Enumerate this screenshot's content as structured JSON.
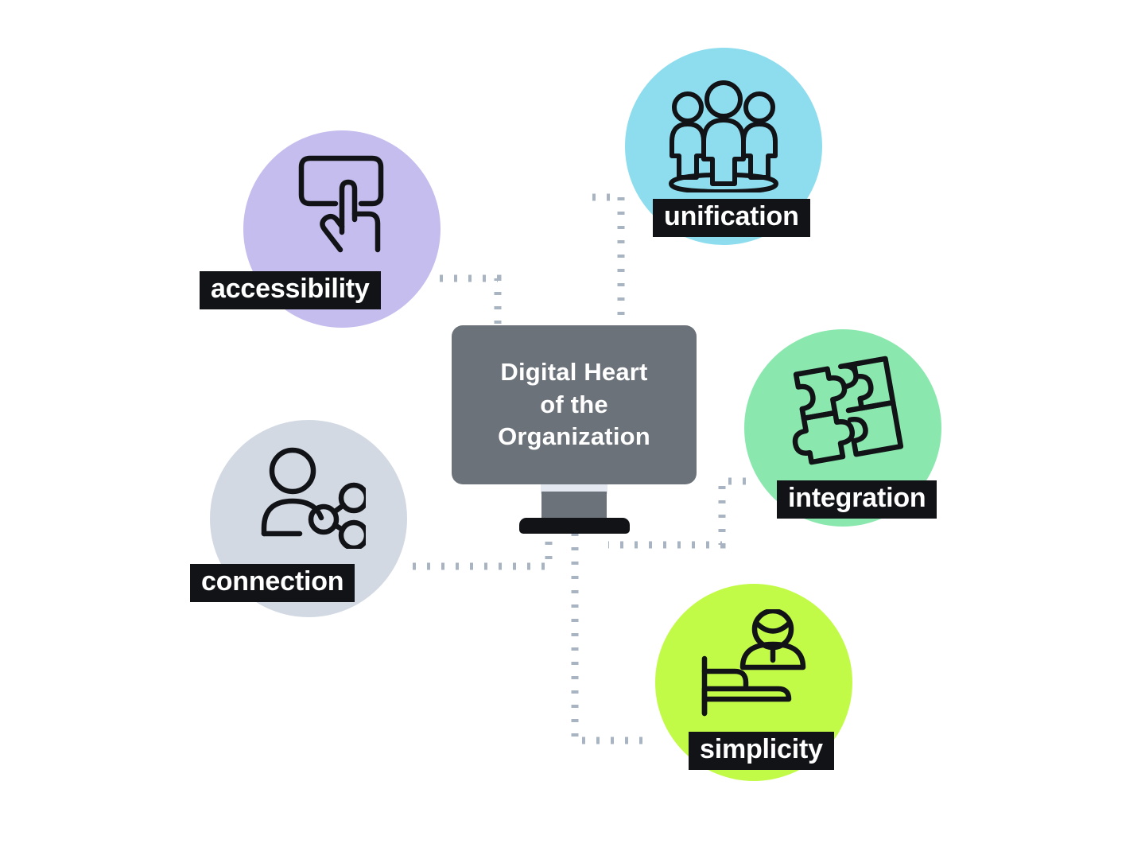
{
  "diagram": {
    "center": {
      "label": "Digital Heart\nof the\nOrganization",
      "label_plain": "Digital Heart of the Organization",
      "shape": "monitor",
      "screen_color": "#6b727a",
      "base_color": "#111317",
      "text_color": "#ffffff"
    },
    "nodes": [
      {
        "id": "accessibility",
        "label": "accessibility",
        "icon": "hand-tap-touchscreen-icon",
        "circle_color": "#c4bdee",
        "label_background": "#111317",
        "label_color": "#ffffff"
      },
      {
        "id": "unification",
        "label": "unification",
        "icon": "group-of-people-icon",
        "circle_color": "#8dddee",
        "label_background": "#111317",
        "label_color": "#ffffff"
      },
      {
        "id": "connection",
        "label": "connection",
        "icon": "person-share-network-icon",
        "circle_color": "#d2d9e3",
        "label_background": "#111317",
        "label_color": "#ffffff"
      },
      {
        "id": "integration",
        "label": "integration",
        "icon": "puzzle-pieces-icon",
        "circle_color": "#8ae8ae",
        "label_background": "#111317",
        "label_color": "#ffffff"
      },
      {
        "id": "simplicity",
        "label": "simplicity",
        "icon": "patient-in-hospital-bed-icon",
        "circle_color": "#c2fb47",
        "label_background": "#111317",
        "label_color": "#ffffff"
      }
    ],
    "connectors": {
      "style": "dotted",
      "color": "#a8b4c2",
      "description": "Dotted elbow lines linking each node circle to the central monitor"
    },
    "background_color": "#ffffff",
    "icon_stroke_color": "#111317"
  }
}
